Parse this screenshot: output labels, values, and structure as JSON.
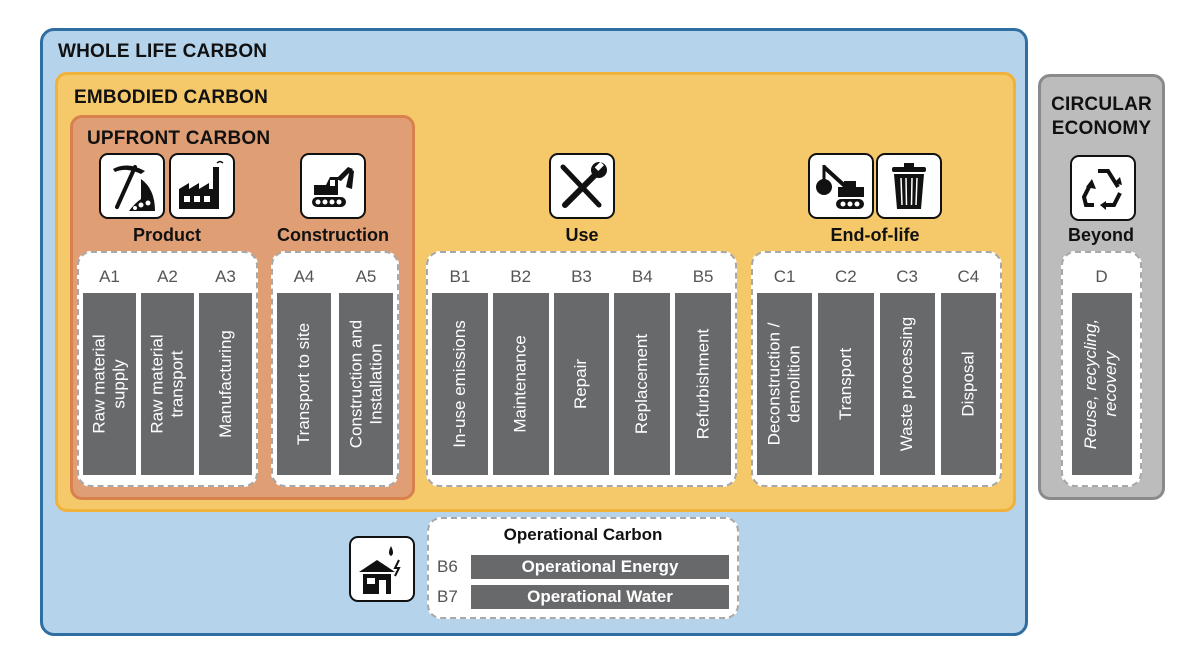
{
  "boxes": {
    "whole_life": "WHOLE LIFE CARBON",
    "embodied": "EMBODIED CARBON",
    "upfront": "UPFRONT CARBON",
    "circular": [
      "CIRCULAR",
      "ECONOMY"
    ]
  },
  "stages": {
    "product": {
      "label": "Product",
      "icons": [
        "pickaxe-mining-icon",
        "factory-icon"
      ],
      "modules": [
        {
          "code": "A1",
          "label": [
            "Raw material",
            "supply"
          ]
        },
        {
          "code": "A2",
          "label": [
            "Raw material",
            "transport"
          ]
        },
        {
          "code": "A3",
          "label": [
            "Manufacturing"
          ]
        }
      ]
    },
    "construction": {
      "label": "Construction",
      "icons": [
        "excavator-icon"
      ],
      "modules": [
        {
          "code": "A4",
          "label": [
            "Transport to site"
          ]
        },
        {
          "code": "A5",
          "label": [
            "Construction and",
            "Installation"
          ]
        }
      ]
    },
    "use": {
      "label": "Use",
      "icons": [
        "tools-icon"
      ],
      "modules": [
        {
          "code": "B1",
          "label": [
            "In-use emissions"
          ]
        },
        {
          "code": "B2",
          "label": [
            "Maintenance"
          ]
        },
        {
          "code": "B3",
          "label": [
            "Repair"
          ]
        },
        {
          "code": "B4",
          "label": [
            "Replacement"
          ]
        },
        {
          "code": "B5",
          "label": [
            "Refurbishment"
          ]
        }
      ]
    },
    "end_of_life": {
      "label": "End-of-life",
      "icons": [
        "wrecking-ball-icon",
        "trash-can-icon"
      ],
      "modules": [
        {
          "code": "C1",
          "label": [
            "Deconstruction /",
            "demolition"
          ]
        },
        {
          "code": "C2",
          "label": [
            "Transport"
          ]
        },
        {
          "code": "C3",
          "label": [
            "Waste processing"
          ]
        },
        {
          "code": "C4",
          "label": [
            "Disposal"
          ]
        }
      ]
    },
    "beyond": {
      "label": "Beyond",
      "icons": [
        "recycle-icon"
      ],
      "modules": [
        {
          "code": "D",
          "label": [
            "Reuse, recycling,",
            "recovery"
          ]
        }
      ]
    }
  },
  "operational": {
    "title": "Operational Carbon",
    "icon": "house-energy-water-icon",
    "rows": [
      {
        "code": "B6",
        "label": "Operational Energy"
      },
      {
        "code": "B7",
        "label": "Operational Water"
      }
    ]
  },
  "colors": {
    "whole_life_fill": "#b5d3ea",
    "embodied_fill": "#f5c96a",
    "upfront_fill": "#e09e74",
    "circular_fill": "#bcbcbc",
    "module_bar": "#68696b"
  }
}
